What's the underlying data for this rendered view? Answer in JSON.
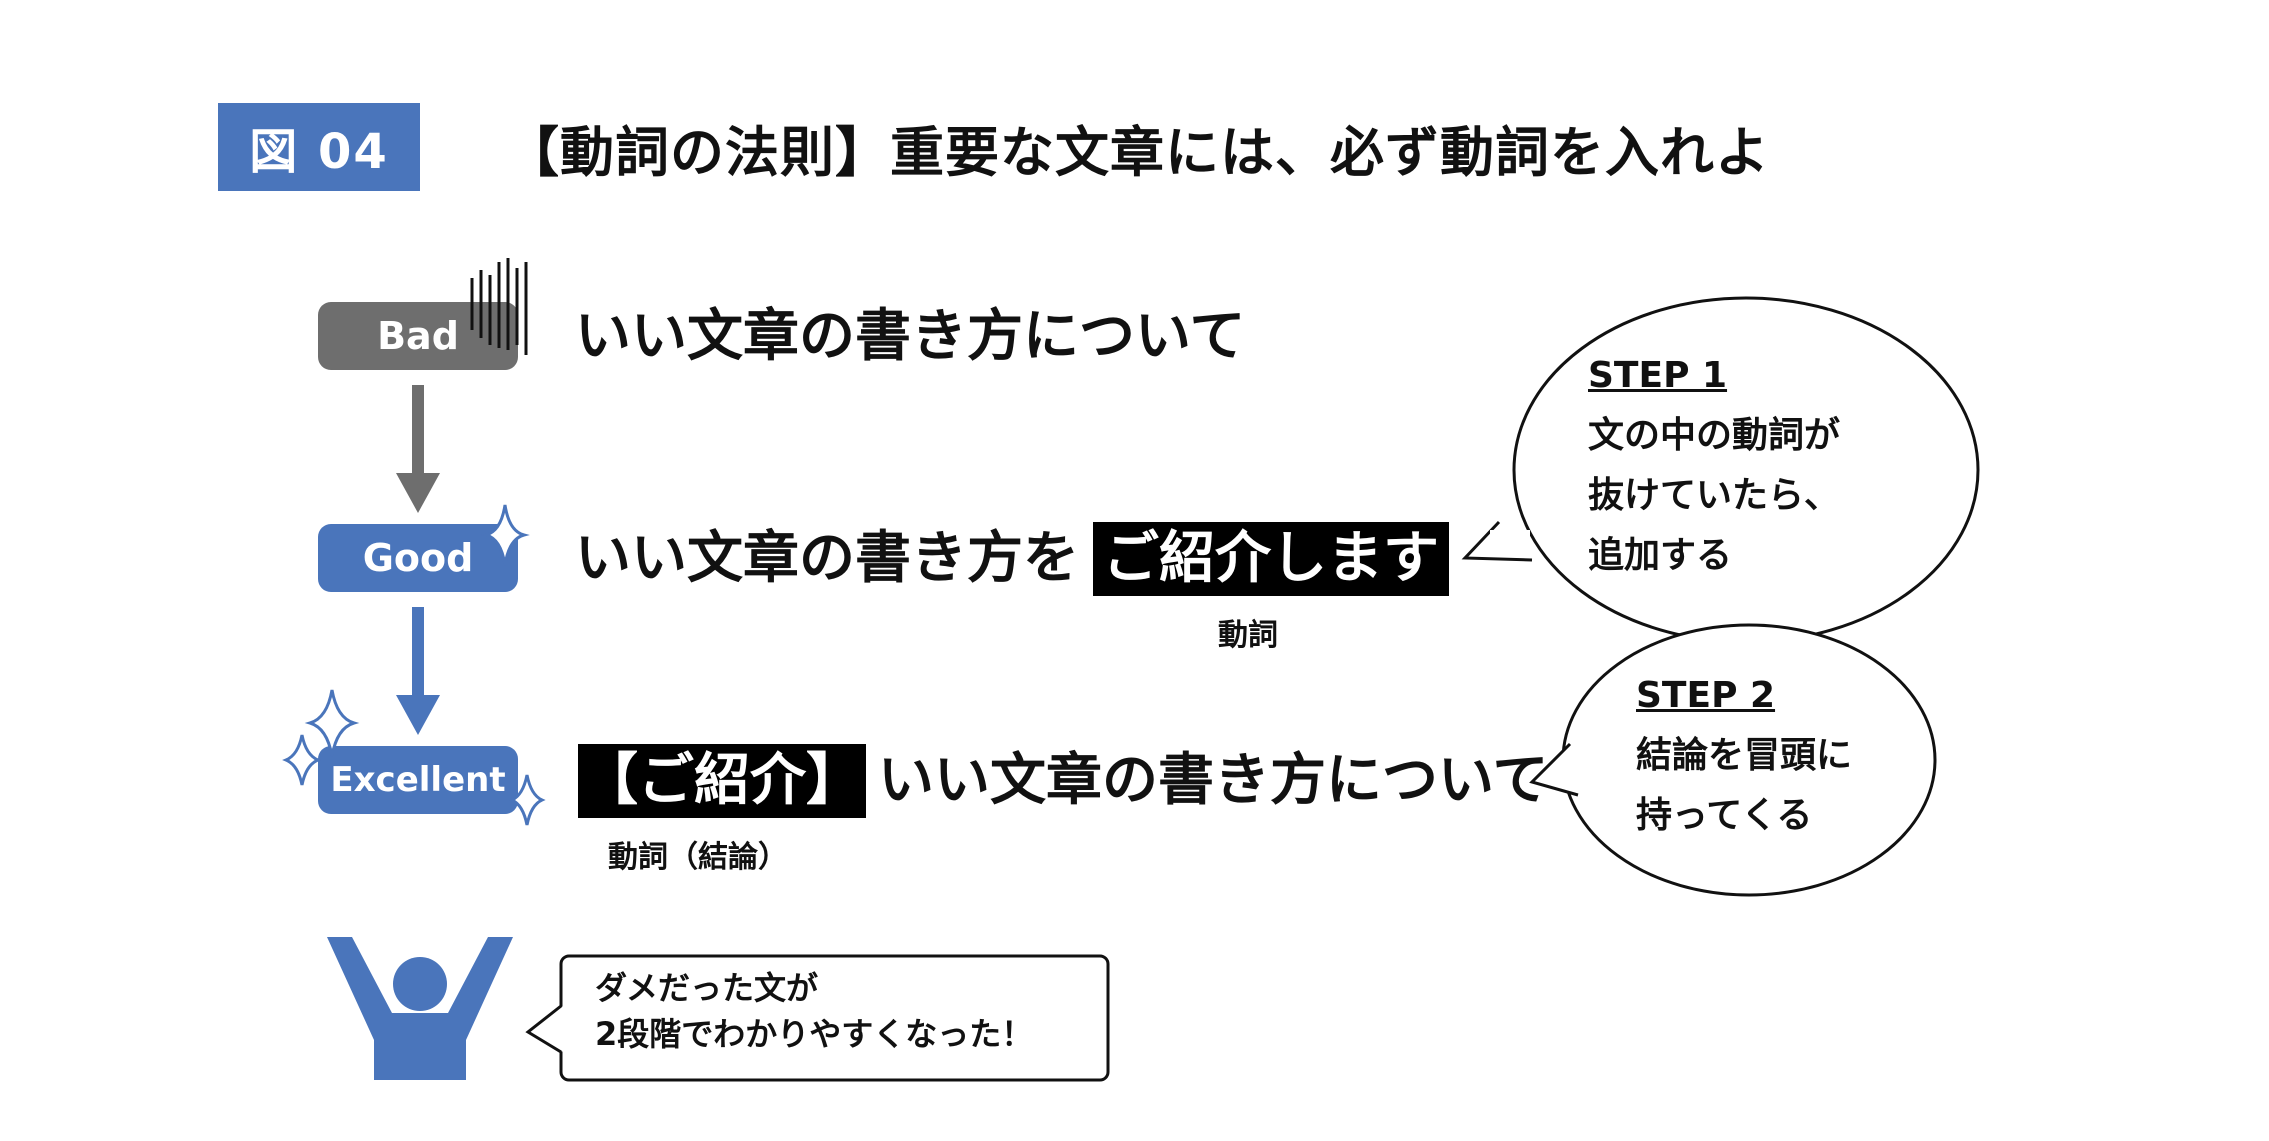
{
  "header": {
    "figure_label": "図 04",
    "title": "【動詞の法則】重要な文章には、必ず動詞を入れよ"
  },
  "levels": {
    "bad": "Bad",
    "good": "Good",
    "excellent": "Excellent"
  },
  "rows": {
    "bad_text": "いい文章の書き方について",
    "good_text_prefix": "いい文章の書き方を",
    "good_highlight": "ご紹介します",
    "good_note": "動詞",
    "excellent_highlight": "【ご紹介】",
    "excellent_text_suffix": "いい文章の書き方について",
    "excellent_note": "動詞（結論）"
  },
  "bubbles": {
    "step1": {
      "title": "STEP 1",
      "lines": [
        "文の中の動詞が",
        "抜けていたら、",
        "追加する"
      ]
    },
    "step2": {
      "title": "STEP 2",
      "lines": [
        "結論を冒頭に",
        "持ってくる"
      ]
    }
  },
  "speech": {
    "lines": [
      "ダメだった文が",
      "2段階でわかりやすくなった！"
    ]
  },
  "colors": {
    "accent": "#4a75bb",
    "bad_gray": "#6e6e6e",
    "highlight_bg": "#000000"
  },
  "icons": [
    "sparkle-icon",
    "person-cheering-icon",
    "down-arrow-icon",
    "strike-lines-icon"
  ]
}
